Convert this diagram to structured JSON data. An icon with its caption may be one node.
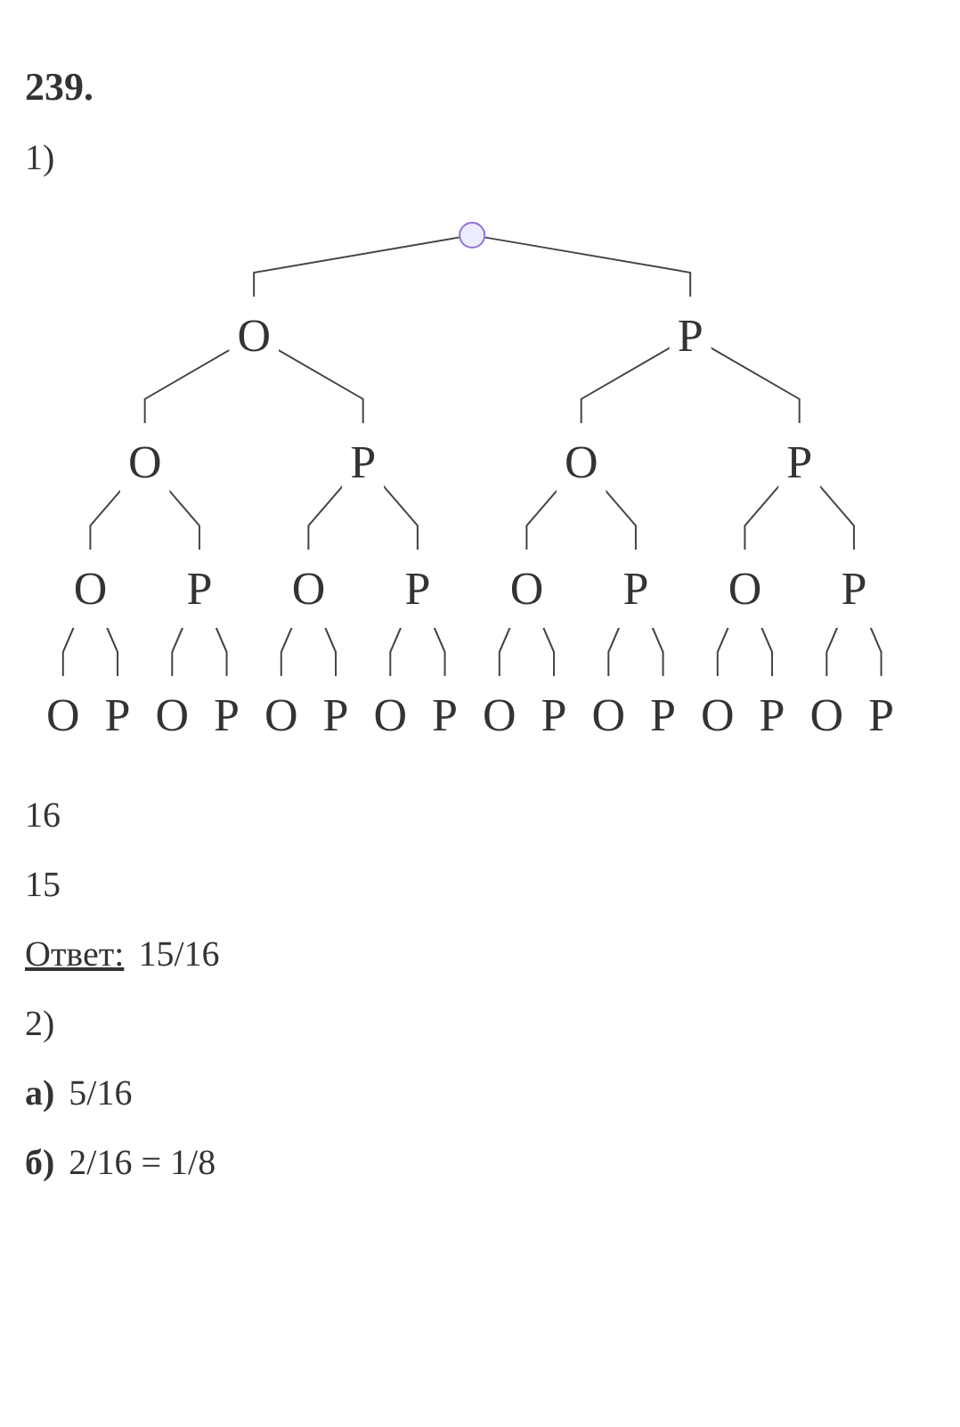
{
  "diagram": {
    "title": "239.",
    "nodes": [
      {
        "text": [],
        "shape": "point"
      },
      {
        "text": [
          "О"
        ]
      },
      {
        "text": [
          "Р"
        ]
      },
      {
        "text": [
          "О"
        ]
      },
      {
        "text": [
          "Р"
        ]
      },
      {
        "text": [
          "О"
        ]
      },
      {
        "text": [
          "Р"
        ]
      },
      {
        "text": [
          "О"
        ]
      },
      {
        "text": [
          "Р"
        ]
      },
      {
        "text": [
          "О"
        ]
      },
      {
        "text": [
          "Р"
        ]
      },
      {
        "text": [
          "О"
        ]
      },
      {
        "text": [
          "Р"
        ]
      },
      {
        "text": [
          "О"
        ]
      },
      {
        "text": [
          "Р"
        ]
      },
      {
        "text": [
          "О"
        ]
      },
      {
        "text": [
          "Р"
        ]
      },
      {
        "text": [
          "О"
        ]
      },
      {
        "text": [
          "Р"
        ]
      },
      {
        "text": [
          "О"
        ]
      },
      {
        "text": [
          "Р"
        ]
      },
      {
        "text": [
          "О"
        ]
      },
      {
        "text": [
          "Р"
        ]
      },
      {
        "text": [
          "О"
        ]
      },
      {
        "text": [
          "Р"
        ]
      },
      {
        "text": [
          "О"
        ]
      },
      {
        "text": [
          "Р"
        ]
      },
      {
        "text": [
          "О"
        ]
      },
      {
        "text": [
          "Р"
        ]
      },
      {
        "text": [
          "О"
        ]
      },
      {
        "text": [
          "Р"
        ]
      }
    ],
    "edges": [
      {
        "from": 0,
        "to": 1,
        "arrow": "none"
      },
      {
        "from": 0,
        "to": 2,
        "arrow": "none"
      },
      {
        "from": 1,
        "to": 3,
        "arrow": "none"
      },
      {
        "from": 1,
        "to": 4,
        "arrow": "none"
      },
      {
        "from": 2,
        "to": 5,
        "arrow": "none"
      },
      {
        "from": 2,
        "to": 6,
        "arrow": "none"
      },
      {
        "from": 3,
        "to": 7,
        "arrow": "none"
      },
      {
        "from": 3,
        "to": 8,
        "arrow": "none"
      },
      {
        "from": 4,
        "to": 9,
        "arrow": "none"
      },
      {
        "from": 4,
        "to": 10,
        "arrow": "none"
      },
      {
        "from": 5,
        "to": 11,
        "arrow": "none"
      },
      {
        "from": 5,
        "to": 12,
        "arrow": "none"
      },
      {
        "from": 6,
        "to": 13,
        "arrow": "none"
      },
      {
        "from": 6,
        "to": 14,
        "arrow": "none"
      },
      {
        "from": 7,
        "to": 15,
        "arrow": "none"
      },
      {
        "from": 7,
        "to": 16,
        "arrow": "none"
      },
      {
        "from": 8,
        "to": 17,
        "arrow": "none"
      },
      {
        "from": 8,
        "to": 18,
        "arrow": "none"
      },
      {
        "from": 9,
        "to": 19,
        "arrow": "none"
      },
      {
        "from": 9,
        "to": 20,
        "arrow": "none"
      },
      {
        "from": 10,
        "to": 21,
        "arrow": "none"
      },
      {
        "from": 10,
        "to": 22,
        "arrow": "none"
      },
      {
        "from": 11,
        "to": 23,
        "arrow": "none"
      },
      {
        "from": 11,
        "to": 24,
        "arrow": "none"
      },
      {
        "from": 12,
        "to": 25,
        "arrow": "none"
      },
      {
        "from": 12,
        "to": 26,
        "arrow": "none"
      },
      {
        "from": 13,
        "to": 27,
        "arrow": "none"
      },
      {
        "from": 13,
        "to": 28,
        "arrow": "none"
      },
      {
        "from": 14,
        "to": 29,
        "arrow": "none"
      },
      {
        "from": 14,
        "to": 30,
        "arrow": "none"
      }
    ],
    "labels": [
      "1)",
      "16",
      "15",
      "Ответ:",
      "15/16",
      "2)",
      "а)",
      "5/16",
      "б)",
      "2/16 = 1/8"
    ]
  }
}
